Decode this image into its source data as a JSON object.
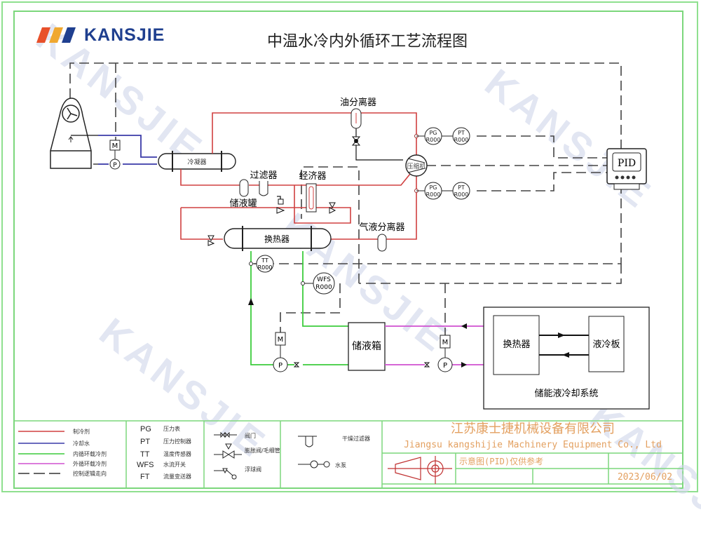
{
  "brand": {
    "name": "KANSJIE",
    "watermark": "KANSJIE",
    "colors": {
      "stripe1": "#e8502a",
      "stripe2": "#f0a830",
      "stripe3": "#1f3f8f"
    }
  },
  "title": "中温水冷内外循环工艺流程图",
  "colors": {
    "refrigerant": "#d04040",
    "cooling_water": "#3a3aa8",
    "inner_loop": "#3ccc3c",
    "outer_loop": "#d050d0",
    "control": "#333333",
    "frame": "#7cd77c",
    "company_text": "#e3a060"
  },
  "components": {
    "condenser": "冷凝器",
    "oil_separator": "油分离器",
    "compressor": "压缩机",
    "filter": "过滤器",
    "receiver": "储液罐",
    "economizer": "经济器",
    "heat_exchanger": "换热器",
    "gas_liquid_separator": "气液分离器",
    "tank": "储液箱",
    "external_hx": "换热器",
    "cold_plate": "液冷板",
    "storage_system": "储能液冷却系统",
    "pid": "PID",
    "motor": "M",
    "pump": "P"
  },
  "instruments": {
    "pg_top": {
      "tag": "PG",
      "id": "R000"
    },
    "pt_top": {
      "tag": "PT",
      "id": "R000"
    },
    "pg_bottom": {
      "tag": "PG",
      "id": "R000"
    },
    "pt_bottom": {
      "tag": "PT",
      "id": "R000"
    },
    "tt": {
      "tag": "TT",
      "id": "R000"
    },
    "wfs": {
      "tag": "WFS",
      "id": "R000"
    }
  },
  "legend": {
    "lines": [
      {
        "label": "制冷剂",
        "type": "refrigerant"
      },
      {
        "label": "冷却水",
        "type": "cooling_water"
      },
      {
        "label": "内循环载冷剂",
        "type": "inner_loop"
      },
      {
        "label": "外循环载冷剂",
        "type": "outer_loop"
      },
      {
        "label": "控制逻辑走向",
        "type": "control"
      }
    ],
    "abbreviations": [
      {
        "code": "PG",
        "meaning": "压力表"
      },
      {
        "code": "PT",
        "meaning": "压力控制器"
      },
      {
        "code": "TT",
        "meaning": "温度传感器"
      },
      {
        "code": "WFS",
        "meaning": "水流开关"
      },
      {
        "code": "FT",
        "meaning": "流量变送器"
      }
    ],
    "symbols": [
      {
        "label": "阀门"
      },
      {
        "label": "膨胀阀/毛细管"
      },
      {
        "label": "浮球阀"
      },
      {
        "label": "干燥过滤器"
      },
      {
        "label": "水泵"
      }
    ]
  },
  "title_block": {
    "company_cn": "江苏康士捷机械设备有限公司",
    "company_en": "Jiangsu kangshijie Machinery Equipment Co., Ltd",
    "note": "示意图(PID)仅供参考",
    "date": "2023/06/02"
  }
}
